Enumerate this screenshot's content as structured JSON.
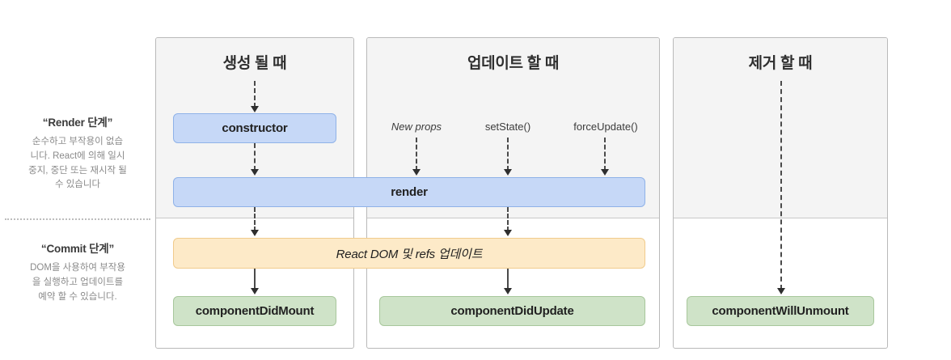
{
  "phases": [
    {
      "id": "render",
      "title": "“Render 단계”",
      "desc_1": "순수하고 부작용이 없습",
      "desc_2": "니다. React에 의해 일시",
      "desc_3": "중지, 중단 또는 재시작 될",
      "desc_4": "수 있습니다"
    },
    {
      "id": "commit",
      "title": "“Commit 단계”",
      "desc_1": "DOM을 사용하여 부작용",
      "desc_2": "을 실행하고 업데이트를",
      "desc_3": "예약 할 수 있습니다.",
      "desc_4": ""
    }
  ],
  "columns": {
    "mount": {
      "title": "생성 될 때"
    },
    "update": {
      "title": "업데이트 할 때"
    },
    "unmount": {
      "title": "제거 할 때"
    }
  },
  "triggers": [
    {
      "id": "new-props",
      "label": "New props",
      "italic": true
    },
    {
      "id": "set-state",
      "label": "setState()",
      "italic": false
    },
    {
      "id": "force-update",
      "label": "forceUpdate()",
      "italic": false
    }
  ],
  "nodes": {
    "constructor": {
      "label": "constructor",
      "color": "#c6d8f7"
    },
    "render": {
      "label": "render",
      "color": "#c6d8f7"
    },
    "dom_refs_update": {
      "label": "React DOM 및 refs 업데이트",
      "color": "#fdeac8"
    },
    "component_did_mount": {
      "label": "componentDidMount",
      "color": "#cfe3c8"
    },
    "component_did_update": {
      "label": "componentDidUpdate",
      "color": "#cfe3c8"
    },
    "component_will_unmount": {
      "label": "componentWillUnmount",
      "color": "#cfe3c8"
    }
  },
  "colors": {
    "render_phase_bg": "#f4f4f4",
    "commit_phase_bg": "#ffffff",
    "blue_node": "#c6d8f7",
    "green_node": "#cfe3c8",
    "amber_node": "#fdeac8",
    "connector": "#4a4a4a",
    "panel_border": "#b9b9b9"
  }
}
